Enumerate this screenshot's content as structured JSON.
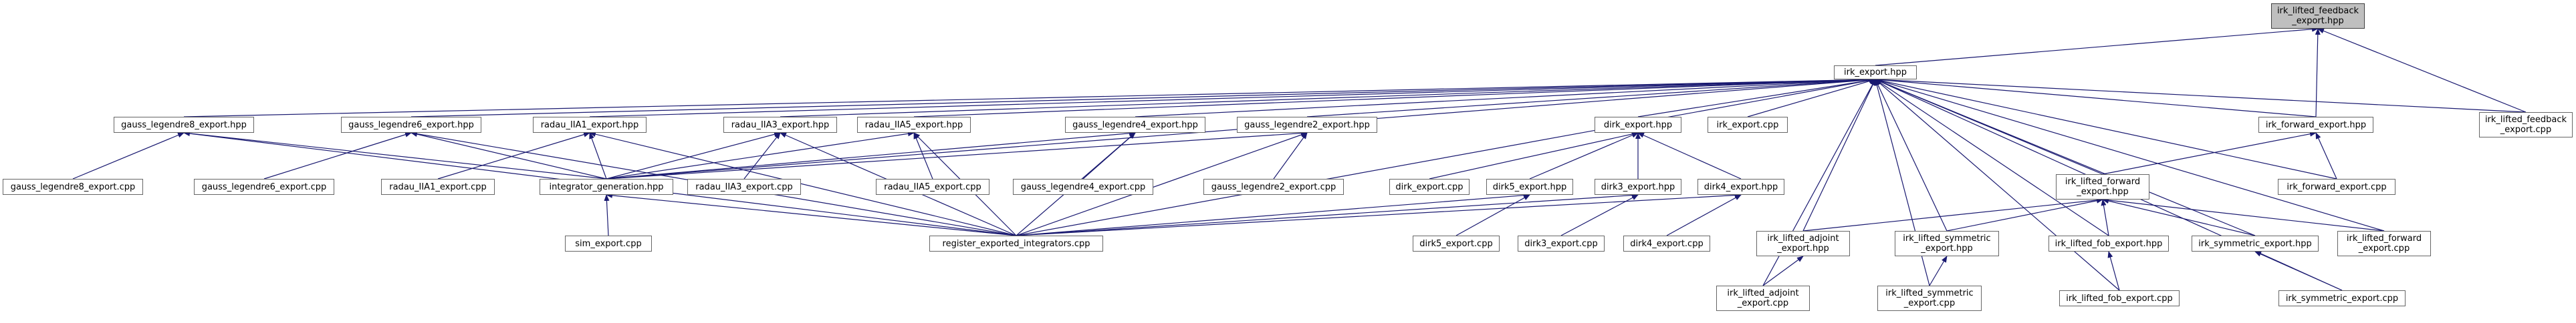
{
  "nodes": [
    {
      "id": "root",
      "label": "irk_lifted_feedback\n_export.hpp",
      "root": true
    },
    {
      "id": "irk_export_hpp",
      "label": "irk_export.hpp"
    },
    {
      "id": "gauss_legendre8_export_hpp",
      "label": "gauss_legendre8_export.hpp"
    },
    {
      "id": "gauss_legendre6_export_hpp",
      "label": "gauss_legendre6_export.hpp"
    },
    {
      "id": "radau_IIA1_export_hpp",
      "label": "radau_IIA1_export.hpp"
    },
    {
      "id": "radau_IIA3_export_hpp",
      "label": "radau_IIA3_export.hpp"
    },
    {
      "id": "radau_IIA5_export_hpp",
      "label": "radau_IIA5_export.hpp"
    },
    {
      "id": "gauss_legendre4_export_hpp",
      "label": "gauss_legendre4_export.hpp"
    },
    {
      "id": "gauss_legendre2_export_hpp",
      "label": "gauss_legendre2_export.hpp"
    },
    {
      "id": "dirk_export_hpp",
      "label": "dirk_export.hpp"
    },
    {
      "id": "irk_export_cpp",
      "label": "irk_export.cpp"
    },
    {
      "id": "irk_forward_export_hpp",
      "label": "irk_forward_export.hpp"
    },
    {
      "id": "irk_lifted_feedback_export_cpp",
      "label": "irk_lifted_feedback\n_export.cpp"
    },
    {
      "id": "gauss_legendre8_export_cpp",
      "label": "gauss_legendre8_export.cpp"
    },
    {
      "id": "gauss_legendre6_export_cpp",
      "label": "gauss_legendre6_export.cpp"
    },
    {
      "id": "radau_IIA1_export_cpp",
      "label": "radau_IIA1_export.cpp"
    },
    {
      "id": "integrator_generation_hpp",
      "label": "integrator_generation.hpp"
    },
    {
      "id": "radau_IIA3_export_cpp",
      "label": "radau_IIA3_export.cpp"
    },
    {
      "id": "radau_IIA5_export_cpp",
      "label": "radau_IIA5_export.cpp"
    },
    {
      "id": "gauss_legendre4_export_cpp",
      "label": "gauss_legendre4_export.cpp"
    },
    {
      "id": "gauss_legendre2_export_cpp",
      "label": "gauss_legendre2_export.cpp"
    },
    {
      "id": "dirk_export_cpp",
      "label": "dirk_export.cpp"
    },
    {
      "id": "dirk5_export_hpp",
      "label": "dirk5_export.hpp"
    },
    {
      "id": "dirk3_export_hpp",
      "label": "dirk3_export.hpp"
    },
    {
      "id": "dirk4_export_hpp",
      "label": "dirk4_export.hpp"
    },
    {
      "id": "irk_lifted_forward_export_hpp",
      "label": "irk_lifted_forward\n_export.hpp"
    },
    {
      "id": "irk_forward_export_cpp",
      "label": "irk_forward_export.cpp"
    },
    {
      "id": "sim_export_cpp",
      "label": "sim_export.cpp"
    },
    {
      "id": "register_exported_integrators_cpp",
      "label": "register_exported_integrators.cpp"
    },
    {
      "id": "dirk5_export_cpp",
      "label": "dirk5_export.cpp"
    },
    {
      "id": "dirk3_export_cpp",
      "label": "dirk3_export.cpp"
    },
    {
      "id": "dirk4_export_cpp",
      "label": "dirk4_export.cpp"
    },
    {
      "id": "irk_lifted_adjoint_export_hpp",
      "label": "irk_lifted_adjoint\n_export.hpp"
    },
    {
      "id": "irk_lifted_symmetric_export_hpp",
      "label": "irk_lifted_symmetric\n_export.hpp"
    },
    {
      "id": "irk_lifted_fob_export_hpp",
      "label": "irk_lifted_fob_export.hpp"
    },
    {
      "id": "irk_symmetric_export_hpp",
      "label": "irk_symmetric_export.hpp"
    },
    {
      "id": "irk_lifted_forward_export_cpp",
      "label": "irk_lifted_forward\n_export.cpp"
    },
    {
      "id": "irk_lifted_adjoint_export_cpp",
      "label": "irk_lifted_adjoint\n_export.cpp"
    },
    {
      "id": "irk_lifted_symmetric_export_cpp",
      "label": "irk_lifted_symmetric\n_export.cpp"
    },
    {
      "id": "irk_lifted_fob_export_cpp",
      "label": "irk_lifted_fob_export.cpp"
    },
    {
      "id": "irk_symmetric_export_cpp",
      "label": "irk_symmetric_export.cpp"
    }
  ],
  "edges": [
    [
      "irk_export_hpp",
      "root"
    ],
    [
      "irk_forward_export_hpp",
      "root"
    ],
    [
      "irk_lifted_feedback_export_cpp",
      "root"
    ],
    [
      "gauss_legendre8_export_hpp",
      "irk_export_hpp"
    ],
    [
      "gauss_legendre6_export_hpp",
      "irk_export_hpp"
    ],
    [
      "radau_IIA1_export_hpp",
      "irk_export_hpp"
    ],
    [
      "radau_IIA3_export_hpp",
      "irk_export_hpp"
    ],
    [
      "radau_IIA5_export_hpp",
      "irk_export_hpp"
    ],
    [
      "gauss_legendre4_export_hpp",
      "irk_export_hpp"
    ],
    [
      "gauss_legendre2_export_hpp",
      "irk_export_hpp"
    ],
    [
      "dirk_export_hpp",
      "irk_export_hpp"
    ],
    [
      "irk_export_cpp",
      "irk_export_hpp"
    ],
    [
      "irk_forward_export_hpp",
      "irk_export_hpp"
    ],
    [
      "irk_lifted_feedback_export_cpp",
      "irk_export_hpp"
    ],
    [
      "integrator_generation_hpp",
      "irk_export_hpp"
    ],
    [
      "irk_lifted_forward_export_hpp",
      "irk_export_hpp"
    ],
    [
      "irk_forward_export_cpp",
      "irk_export_hpp"
    ],
    [
      "irk_lifted_adjoint_export_hpp",
      "irk_export_hpp"
    ],
    [
      "irk_lifted_symmetric_export_hpp",
      "irk_export_hpp"
    ],
    [
      "irk_lifted_fob_export_hpp",
      "irk_export_hpp"
    ],
    [
      "irk_symmetric_export_hpp",
      "irk_export_hpp"
    ],
    [
      "irk_lifted_forward_export_cpp",
      "irk_export_hpp"
    ],
    [
      "irk_lifted_adjoint_export_cpp",
      "irk_export_hpp"
    ],
    [
      "irk_lifted_symmetric_export_cpp",
      "irk_export_hpp"
    ],
    [
      "irk_lifted_fob_export_cpp",
      "irk_export_hpp"
    ],
    [
      "irk_symmetric_export_cpp",
      "irk_export_hpp"
    ],
    [
      "register_exported_integrators_cpp",
      "irk_export_hpp"
    ],
    [
      "gauss_legendre8_export_cpp",
      "gauss_legendre8_export_hpp"
    ],
    [
      "integrator_generation_hpp",
      "gauss_legendre8_export_hpp"
    ],
    [
      "register_exported_integrators_cpp",
      "gauss_legendre8_export_hpp"
    ],
    [
      "gauss_legendre6_export_cpp",
      "gauss_legendre6_export_hpp"
    ],
    [
      "integrator_generation_hpp",
      "gauss_legendre6_export_hpp"
    ],
    [
      "register_exported_integrators_cpp",
      "gauss_legendre6_export_hpp"
    ],
    [
      "radau_IIA1_export_cpp",
      "radau_IIA1_export_hpp"
    ],
    [
      "integrator_generation_hpp",
      "radau_IIA1_export_hpp"
    ],
    [
      "register_exported_integrators_cpp",
      "radau_IIA1_export_hpp"
    ],
    [
      "radau_IIA3_export_cpp",
      "radau_IIA3_export_hpp"
    ],
    [
      "integrator_generation_hpp",
      "radau_IIA3_export_hpp"
    ],
    [
      "register_exported_integrators_cpp",
      "radau_IIA3_export_hpp"
    ],
    [
      "radau_IIA5_export_cpp",
      "radau_IIA5_export_hpp"
    ],
    [
      "integrator_generation_hpp",
      "radau_IIA5_export_hpp"
    ],
    [
      "register_exported_integrators_cpp",
      "radau_IIA5_export_hpp"
    ],
    [
      "gauss_legendre4_export_cpp",
      "gauss_legendre4_export_hpp"
    ],
    [
      "integrator_generation_hpp",
      "gauss_legendre4_export_hpp"
    ],
    [
      "register_exported_integrators_cpp",
      "gauss_legendre4_export_hpp"
    ],
    [
      "gauss_legendre2_export_cpp",
      "gauss_legendre2_export_hpp"
    ],
    [
      "integrator_generation_hpp",
      "gauss_legendre2_export_hpp"
    ],
    [
      "register_exported_integrators_cpp",
      "gauss_legendre2_export_hpp"
    ],
    [
      "sim_export_cpp",
      "integrator_generation_hpp"
    ],
    [
      "register_exported_integrators_cpp",
      "integrator_generation_hpp"
    ],
    [
      "dirk_export_cpp",
      "dirk_export_hpp"
    ],
    [
      "dirk5_export_hpp",
      "dirk_export_hpp"
    ],
    [
      "dirk3_export_hpp",
      "dirk_export_hpp"
    ],
    [
      "dirk4_export_hpp",
      "dirk_export_hpp"
    ],
    [
      "dirk5_export_cpp",
      "dirk5_export_hpp"
    ],
    [
      "register_exported_integrators_cpp",
      "dirk5_export_hpp"
    ],
    [
      "dirk3_export_cpp",
      "dirk3_export_hpp"
    ],
    [
      "register_exported_integrators_cpp",
      "dirk3_export_hpp"
    ],
    [
      "dirk4_export_cpp",
      "dirk4_export_hpp"
    ],
    [
      "register_exported_integrators_cpp",
      "dirk4_export_hpp"
    ],
    [
      "irk_lifted_forward_export_hpp",
      "irk_forward_export_hpp"
    ],
    [
      "irk_forward_export_cpp",
      "irk_forward_export_hpp"
    ],
    [
      "irk_lifted_forward_export_cpp",
      "irk_lifted_forward_export_hpp"
    ],
    [
      "irk_lifted_adjoint_export_hpp",
      "irk_lifted_forward_export_hpp"
    ],
    [
      "irk_lifted_symmetric_export_hpp",
      "irk_lifted_forward_export_hpp"
    ],
    [
      "irk_lifted_fob_export_hpp",
      "irk_lifted_forward_export_hpp"
    ],
    [
      "irk_symmetric_export_hpp",
      "irk_lifted_forward_export_hpp"
    ],
    [
      "irk_lifted_adjoint_export_cpp",
      "irk_lifted_adjoint_export_hpp"
    ],
    [
      "irk_lifted_symmetric_export_cpp",
      "irk_lifted_symmetric_export_hpp"
    ],
    [
      "irk_lifted_fob_export_cpp",
      "irk_lifted_fob_export_hpp"
    ],
    [
      "irk_symmetric_export_cpp",
      "irk_symmetric_export_hpp"
    ]
  ],
  "colors": {
    "edge": "#191970",
    "node_border": "#666666",
    "root_fill": "#bfbfbf"
  }
}
